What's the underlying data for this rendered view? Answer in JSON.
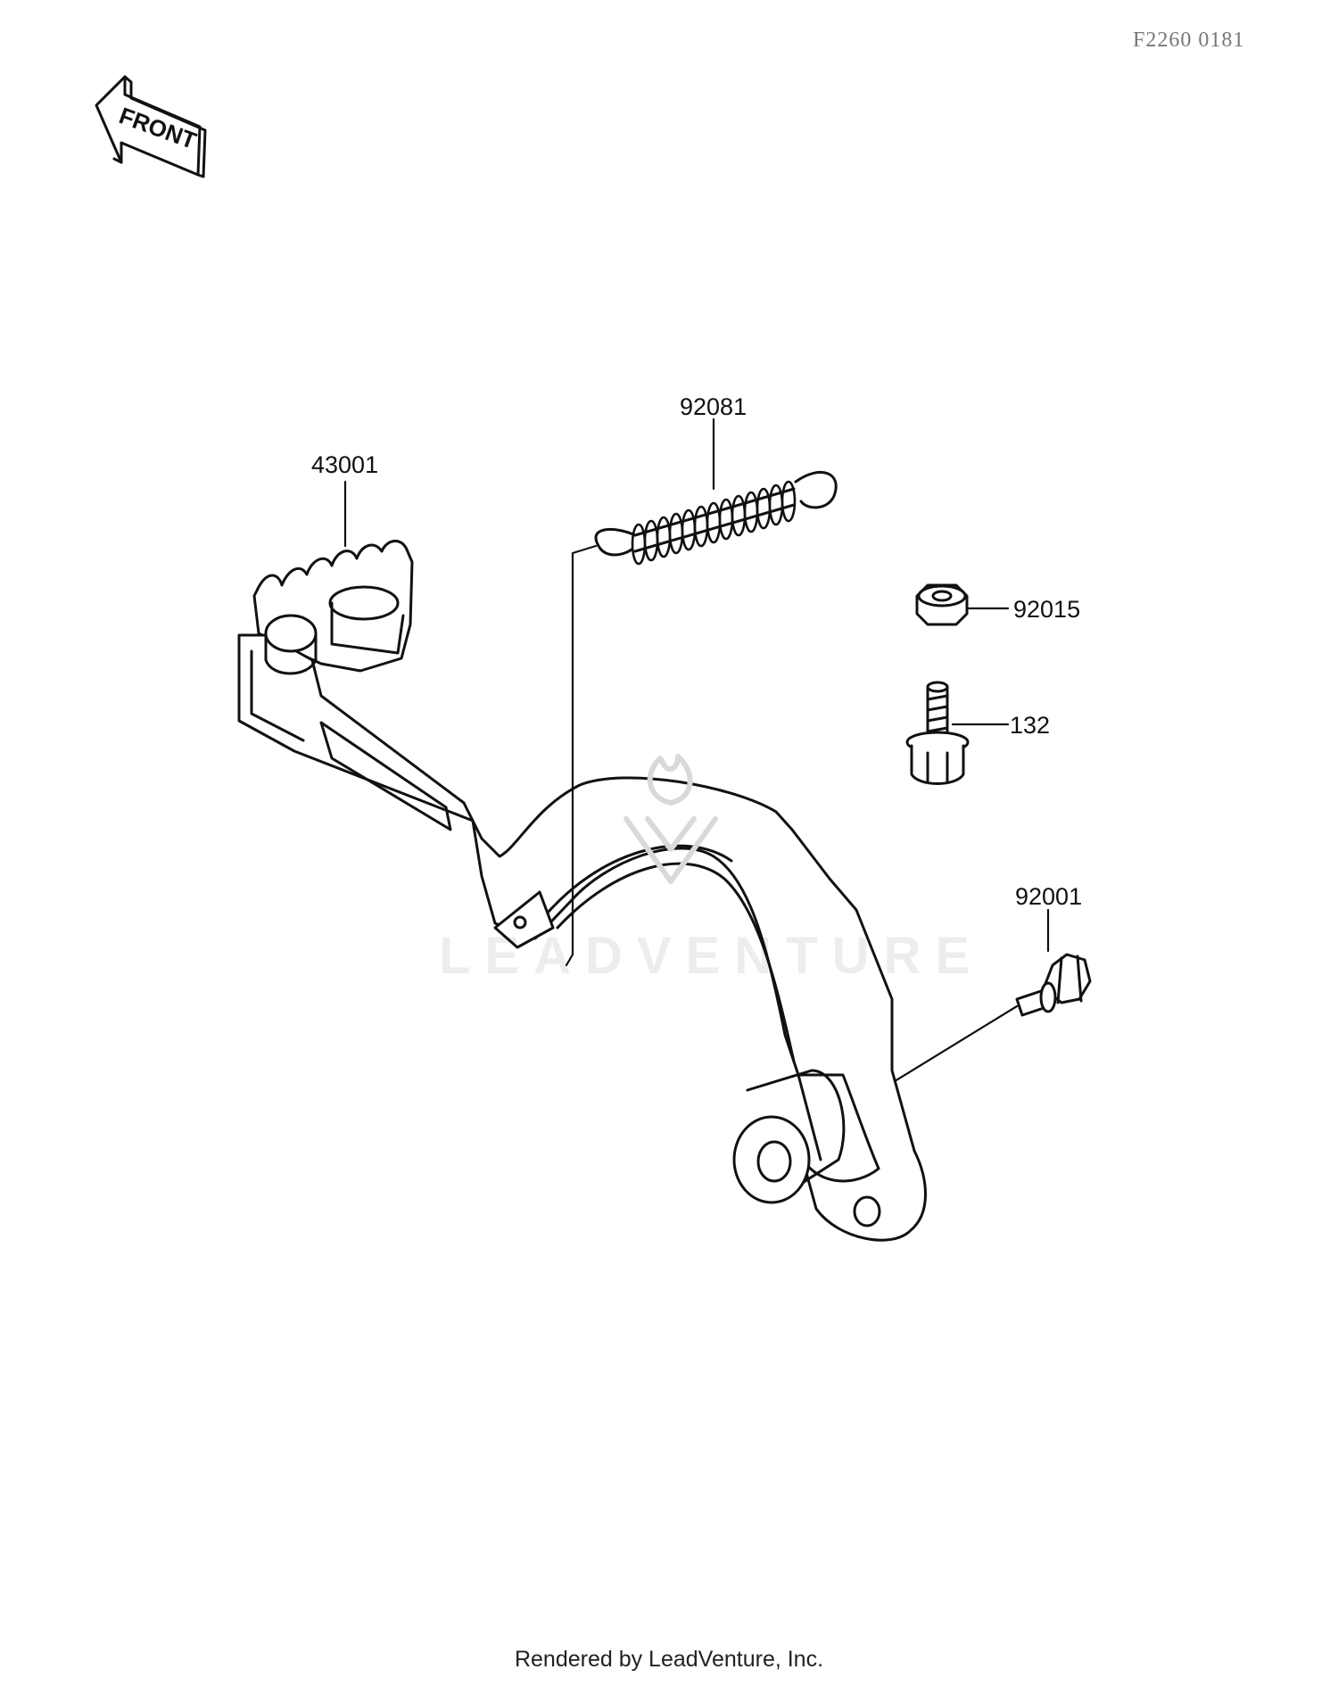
{
  "diagram_id": "F2260 0181",
  "front_label": "FRONT",
  "watermark_text": "LEADVENTURE",
  "footer_text": "Rendered by LeadVenture, Inc.",
  "parts": [
    {
      "number": "43001",
      "icon": "brake-pedal-icon"
    },
    {
      "number": "92081",
      "icon": "spring-icon"
    },
    {
      "number": "92015",
      "icon": "nut-icon"
    },
    {
      "number": "132",
      "icon": "bolt-icon"
    },
    {
      "number": "92001",
      "icon": "bolt-icon"
    }
  ],
  "colors": {
    "line": "#111111",
    "background": "#ffffff",
    "watermark": "#d9d9d9"
  }
}
